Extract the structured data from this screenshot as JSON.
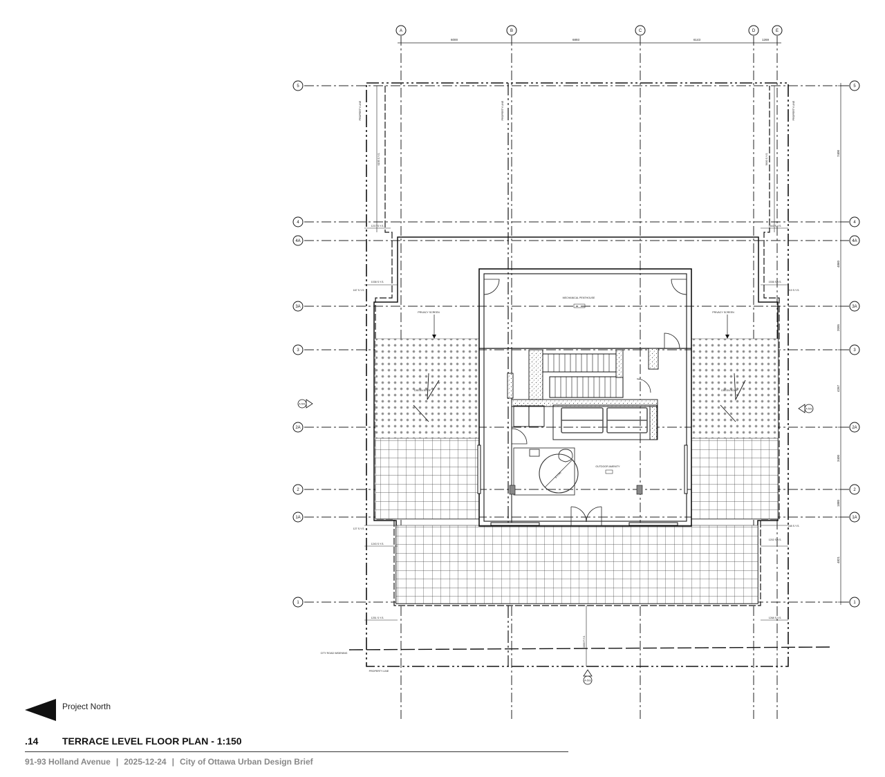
{
  "grid_columns": [
    "A",
    "B",
    "C",
    "D",
    "E"
  ],
  "grid_rows": [
    "5",
    "4",
    "4A",
    "3A",
    "3",
    "2A",
    "2",
    "1A",
    "1"
  ],
  "top_dimensions": [
    "6000",
    "6893",
    "6143",
    "1269"
  ],
  "right_dimensions": [
    "7400",
    "4860",
    "2095",
    "4267",
    "3400",
    "1880",
    "4821"
  ],
  "setbacks": [
    {
      "value": "6195",
      "note": "S.Y.S."
    },
    {
      "value": "5600",
      "note": "S.Y.S."
    },
    {
      "value": "1217",
      "note": "S.Y.S."
    },
    {
      "value": "1642",
      "note": "S.Y.S."
    },
    {
      "value": "1038",
      "note": "S.Y.S."
    },
    {
      "value": "1536",
      "note": "S.Y.S."
    },
    {
      "value": "167",
      "note": "S.Y.S."
    },
    {
      "value": "219",
      "note": "S.Y.S."
    },
    {
      "value": "127",
      "note": "S.Y.S."
    },
    {
      "value": "168",
      "note": "S.Y.S."
    },
    {
      "value": "1243",
      "note": "S.Y.S."
    },
    {
      "value": "1202",
      "note": "S.Y.S."
    },
    {
      "value": "1251",
      "note": "S.Y.S."
    },
    {
      "value": "1268",
      "note": "S.Y.S."
    },
    {
      "value": "3000",
      "note": "F.Y.S."
    }
  ],
  "labels": {
    "property_line": "PROPERTY LINE",
    "mechanical": "MECHANICAL PENTHOUSE",
    "privacy_screen": "PRIVACY SCREEN",
    "green_roof": "GREEN ROOF",
    "outdoor_lobby": "OUTDOOR AMENITY",
    "city_road_widening": "CITY ROAD WIDENING",
    "radius": "ø 1700"
  },
  "section_marks": [
    "A-501",
    "A-502",
    "A-503"
  ],
  "project_north": "Project North",
  "sheet_number": ".14",
  "title": "TERRACE LEVEL FLOOR PLAN - 1:150",
  "footer": {
    "address": "91-93 Holland Avenue",
    "date": "2025-12-24",
    "document": "City of Ottawa Urban Design Brief"
  }
}
